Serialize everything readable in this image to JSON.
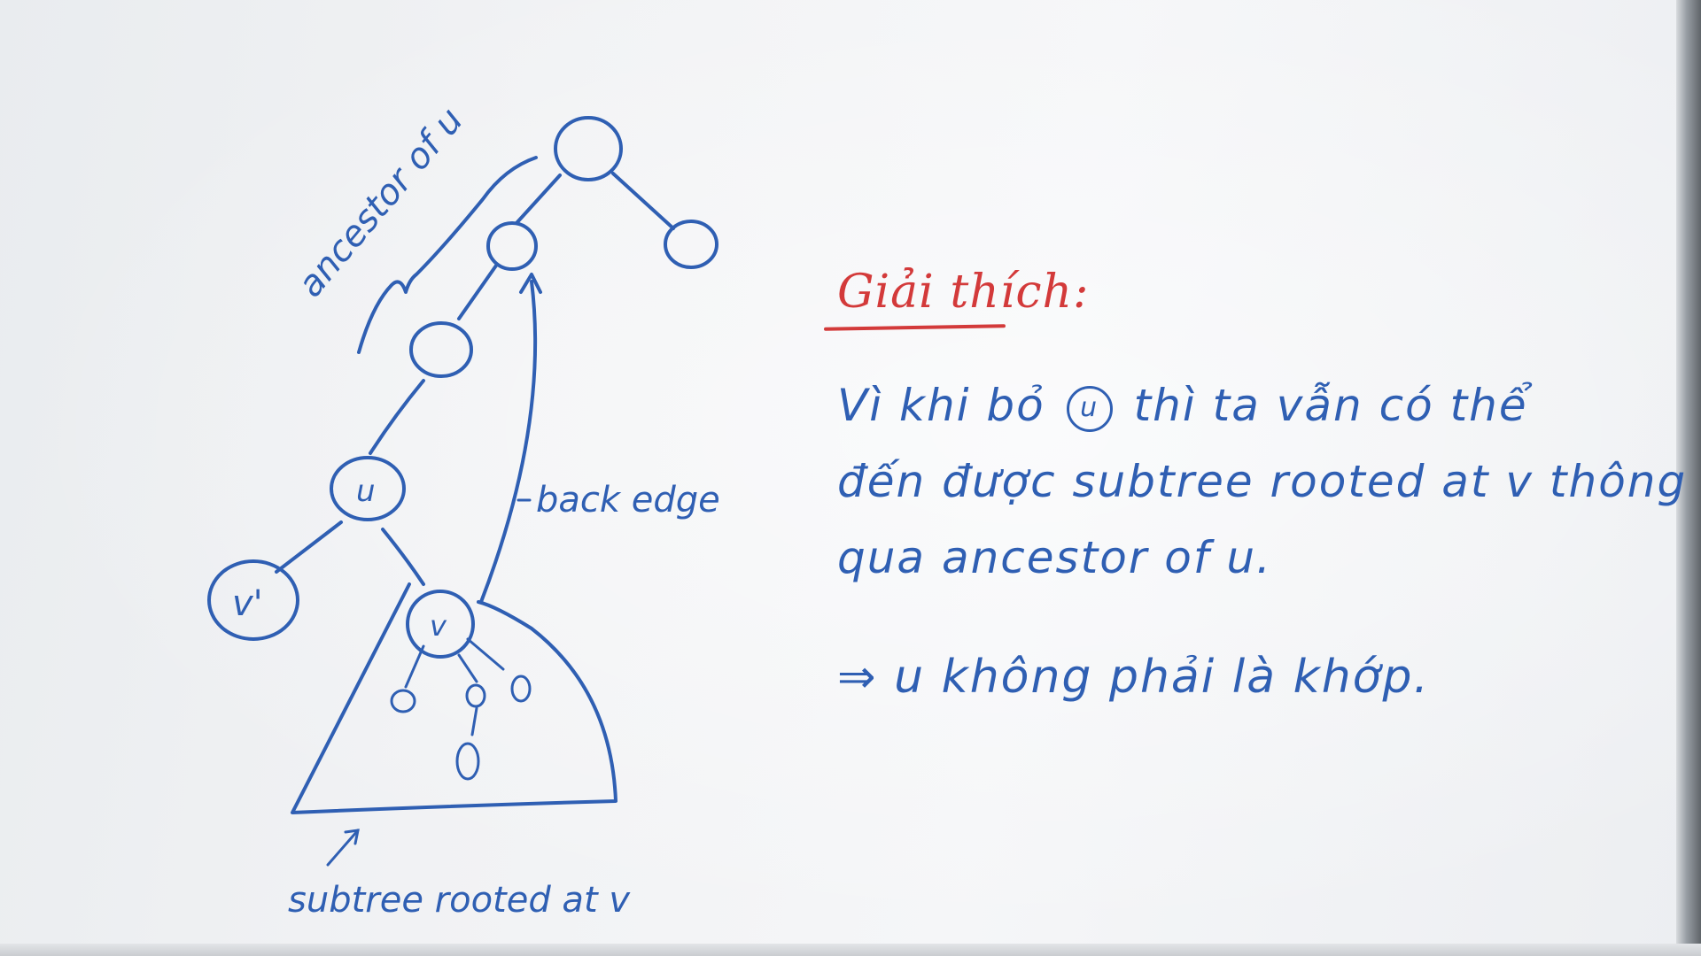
{
  "diagram": {
    "nodes": [
      {
        "id": "root",
        "label": ""
      },
      {
        "id": "root-right",
        "label": ""
      },
      {
        "id": "a1",
        "label": ""
      },
      {
        "id": "a2",
        "label": ""
      },
      {
        "id": "u",
        "label": "u"
      },
      {
        "id": "v-prime",
        "label": "v'"
      },
      {
        "id": "v",
        "label": "v"
      },
      {
        "id": "c1",
        "label": "o"
      },
      {
        "id": "c2",
        "label": "o"
      },
      {
        "id": "c3",
        "label": "0"
      },
      {
        "id": "c4",
        "label": "0"
      }
    ],
    "labels": {
      "ancestor": "ancestor of u",
      "back_edge": "back edge",
      "subtree": "subtree rooted at v"
    }
  },
  "notes": {
    "title": "Giải thích:",
    "line1_before": "Vì khi bỏ",
    "line1_circled": "u",
    "line1_after": "thì ta vẫn có thể",
    "line2": "đến được subtree rooted at v thông",
    "line3": "qua ancestor of u.",
    "conclusion": "⇒ u không phải là khớp."
  },
  "colors": {
    "ink_blue": "#2f5fb3",
    "ink_red": "#d33a3a"
  }
}
